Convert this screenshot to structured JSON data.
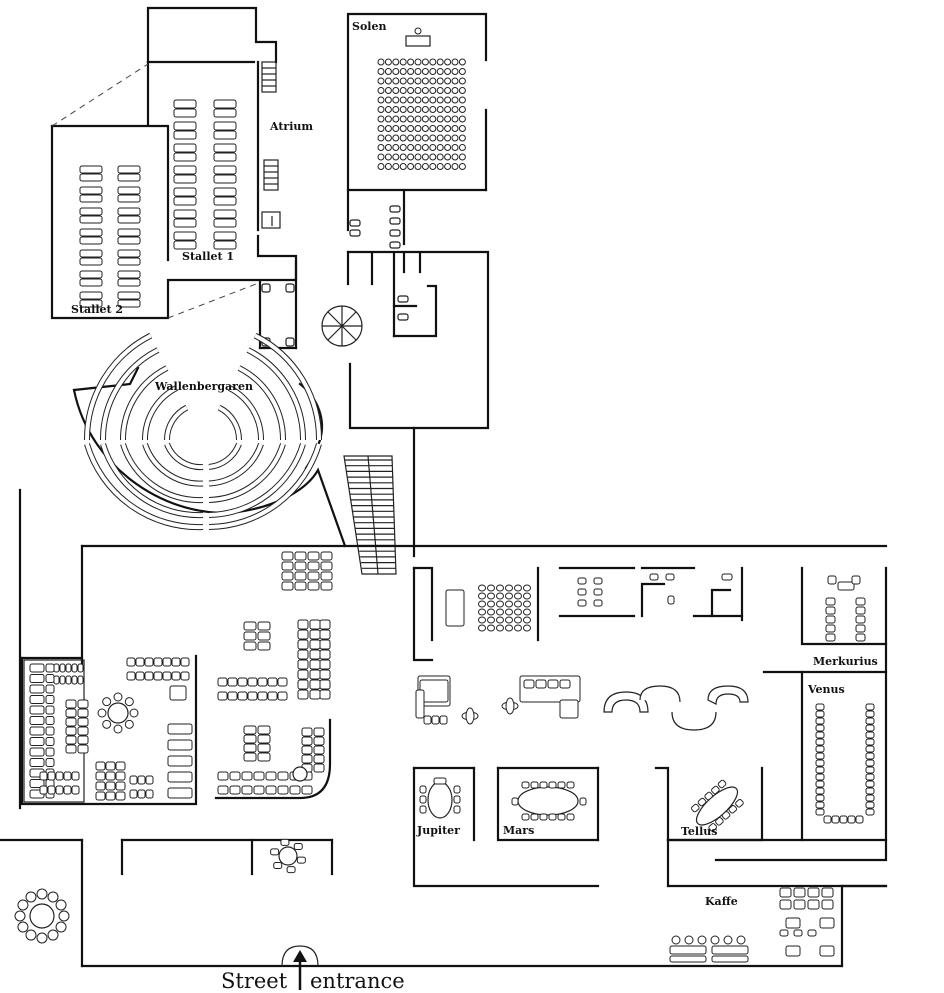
{
  "rooms": {
    "solen": "Solen",
    "atrium": "Atrium",
    "stallet1": "Stallet 1",
    "stallet2": "Stallet 2",
    "wallenbergaren": "Wallenbergaren",
    "merkurius": "Merkurius",
    "venus": "Venus",
    "jupiter": "Jupiter",
    "mars": "Mars",
    "tellus": "Tellus",
    "kaffe": "Kaffe"
  },
  "entrance": {
    "street": "Street",
    "entrance": "entrance"
  },
  "icons": {
    "entrance_arrow": "up-arrow-icon"
  },
  "colors": {
    "wall": "#111111",
    "background": "#ffffff"
  }
}
